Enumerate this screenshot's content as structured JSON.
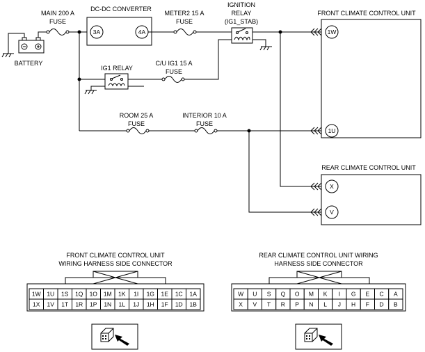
{
  "labels": {
    "main_fuse": [
      "MAIN 200 A",
      "FUSE"
    ],
    "dcdc": "DC-DC CONVERTER",
    "dcdc_in": "3A",
    "dcdc_out": "4A",
    "meter2_fuse": [
      "METER2 15 A",
      "FUSE"
    ],
    "ign_relay": [
      "IGNITION",
      "RELAY",
      "(IG1_STAB)"
    ],
    "battery": "BATTERY",
    "ig1_relay": "IG1 RELAY",
    "cu_fuse": [
      "C/U IG1 15 A",
      "FUSE"
    ],
    "room_fuse": [
      "ROOM 25 A",
      "FUSE"
    ],
    "interior_fuse": [
      "INTERIOR 10 A",
      "FUSE"
    ],
    "front_unit": "FRONT CLIMATE CONTROL UNIT",
    "rear_unit": "REAR CLIMATE CONTROL UNIT",
    "term_1w": "1W",
    "term_1u": "1U",
    "term_x": "X",
    "term_v": "V",
    "front_conn_title": [
      "FRONT CLIMATE CONTROL UNIT",
      "WIRING HARNESS SIDE CONNECTOR"
    ],
    "rear_conn_title": [
      "REAR CLIMATE CONTROL UNIT WIRING",
      "HARNESS SIDE CONNECTOR"
    ]
  },
  "front_connector": {
    "top": [
      "1W",
      "1U",
      "1S",
      "1Q",
      "1O",
      "1M",
      "1K",
      "1I",
      "1G",
      "1E",
      "1C",
      "1A"
    ],
    "bottom": [
      "1X",
      "1V",
      "1T",
      "1R",
      "1P",
      "1N",
      "1L",
      "1J",
      "1H",
      "1F",
      "1D",
      "1B"
    ]
  },
  "rear_connector": {
    "top": [
      "W",
      "U",
      "S",
      "Q",
      "O",
      "M",
      "K",
      "I",
      "G",
      "E",
      "C",
      "A"
    ],
    "bottom": [
      "X",
      "V",
      "T",
      "R",
      "P",
      "N",
      "L",
      "J",
      "H",
      "F",
      "D",
      "B"
    ]
  },
  "icons": [
    "battery-icon",
    "ground-icon",
    "relay-icon",
    "fuse-icon",
    "connector-view-icon"
  ]
}
